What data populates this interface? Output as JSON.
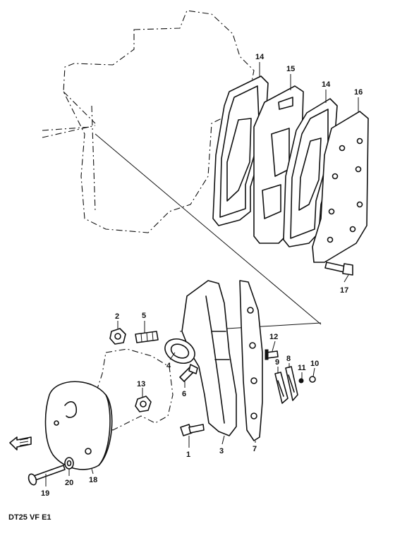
{
  "diagram": {
    "footer_code": "DT25 VF E1",
    "callouts": [
      {
        "id": "c14a",
        "text": "14"
      },
      {
        "id": "c15",
        "text": "15"
      },
      {
        "id": "c14b",
        "text": "14"
      },
      {
        "id": "c16",
        "text": "16"
      },
      {
        "id": "c17",
        "text": "17"
      },
      {
        "id": "c2",
        "text": "2"
      },
      {
        "id": "c5",
        "text": "5"
      },
      {
        "id": "c4",
        "text": "4"
      },
      {
        "id": "c6",
        "text": "6"
      },
      {
        "id": "c13",
        "text": "13"
      },
      {
        "id": "c1",
        "text": "1"
      },
      {
        "id": "c3",
        "text": "3"
      },
      {
        "id": "c7",
        "text": "7"
      },
      {
        "id": "c12",
        "text": "12"
      },
      {
        "id": "c9",
        "text": "9"
      },
      {
        "id": "c8",
        "text": "8"
      },
      {
        "id": "c11",
        "text": "11"
      },
      {
        "id": "c10",
        "text": "10"
      },
      {
        "id": "c19",
        "text": "19"
      },
      {
        "id": "c20",
        "text": "20"
      },
      {
        "id": "c18",
        "text": "18"
      }
    ]
  }
}
